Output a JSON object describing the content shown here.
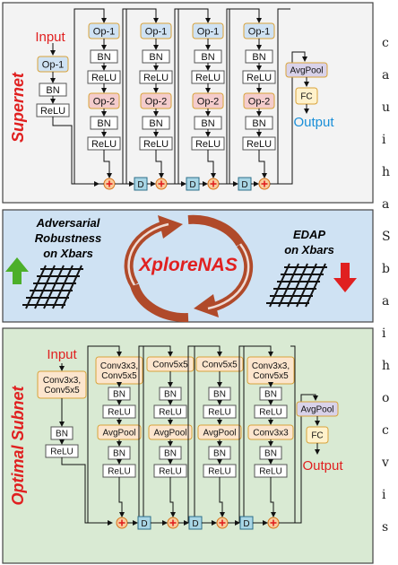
{
  "supernet": {
    "section_label": "Supernet",
    "input_label": "Input",
    "output_label": "Output",
    "stem": [
      "Op-1",
      "BN",
      "ReLU"
    ],
    "cell": [
      "Op-1",
      "BN",
      "ReLU",
      "Op-2",
      "BN",
      "ReLU"
    ],
    "downsample_label": "D",
    "avgpool_label": "AvgPool",
    "fc_label": "FC"
  },
  "middle": {
    "left_text": [
      "Adversarial",
      "Robustness",
      "on Xbars"
    ],
    "right_text": [
      "EDAP",
      "on Xbars"
    ],
    "center_title": "XploreNAS"
  },
  "subnet": {
    "section_label": "Optimal Subnet",
    "input_label": "Input",
    "output_label": "Output",
    "stem": [
      "Conv3x3,\nConv5x5",
      "BN",
      "ReLU"
    ],
    "cells": [
      [
        "Conv3x3,\nConv5x5",
        "BN",
        "ReLU",
        "AvgPool",
        "BN",
        "ReLU"
      ],
      [
        "Conv5x5",
        "BN",
        "ReLU",
        "AvgPool",
        "BN",
        "ReLU"
      ],
      [
        "Conv5x5",
        "BN",
        "ReLU",
        "AvgPool",
        "BN",
        "ReLU"
      ],
      [
        "Conv3x3,\nConv5x5",
        "BN",
        "ReLU",
        "Conv3x3",
        "BN",
        "ReLU"
      ]
    ],
    "downsample_label": "D",
    "avgpool_label": "AvgPool",
    "fc_label": "FC"
  },
  "margin_glyphs": [
    "c",
    "a",
    "u",
    "i",
    "h",
    "a",
    "S",
    "b",
    "a",
    "i",
    "h",
    "o",
    "c",
    "v",
    "i",
    "s"
  ],
  "colors": {
    "supernet_bg": "#f3f3f3",
    "middle_bg": "#cfe2f3",
    "subnet_bg": "#d9ead3",
    "op1_fill": "#cfe2f3",
    "op2_fill": "#f4cccc",
    "conv_fill": "#fce5cd",
    "pool_fill": "#d9d2e9",
    "fc_fill": "#fff2cc",
    "d_fill": "#a9d6e5",
    "add_fill": "#f9cb9c",
    "red": "#e02020",
    "blue": "#1a8fd8",
    "green": "#4caf2a",
    "arrow_brown": "#b04a2a"
  }
}
